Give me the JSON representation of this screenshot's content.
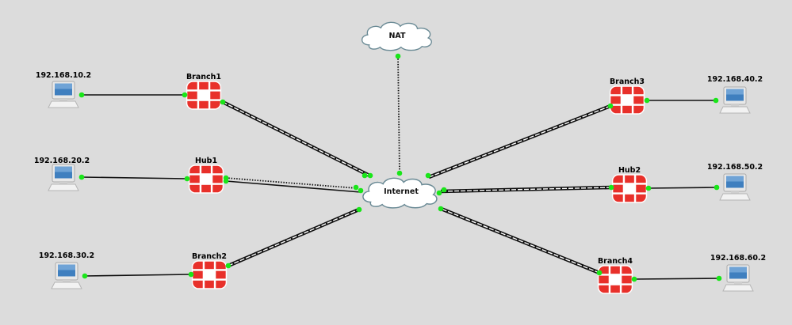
{
  "clouds": {
    "nat": "NAT",
    "internet": "Internet"
  },
  "firewalls": {
    "branch1": "Branch1",
    "hub1": "Hub1",
    "branch2": "Branch2",
    "branch3": "Branch3",
    "hub2": "Hub2",
    "branch4": "Branch4"
  },
  "hosts": {
    "pc1": "192.168.10.2",
    "pc2": "192.168.20.2",
    "pc3": "192.168.30.2",
    "pc4": "192.168.40.2",
    "pc5": "192.168.50.2",
    "pc6": "192.168.60.2"
  },
  "colors": {
    "background": "#dcdcdc",
    "firewall": "#e8302a",
    "link_endpoint": "#19e619",
    "cloud_outline": "#6a8a95"
  }
}
